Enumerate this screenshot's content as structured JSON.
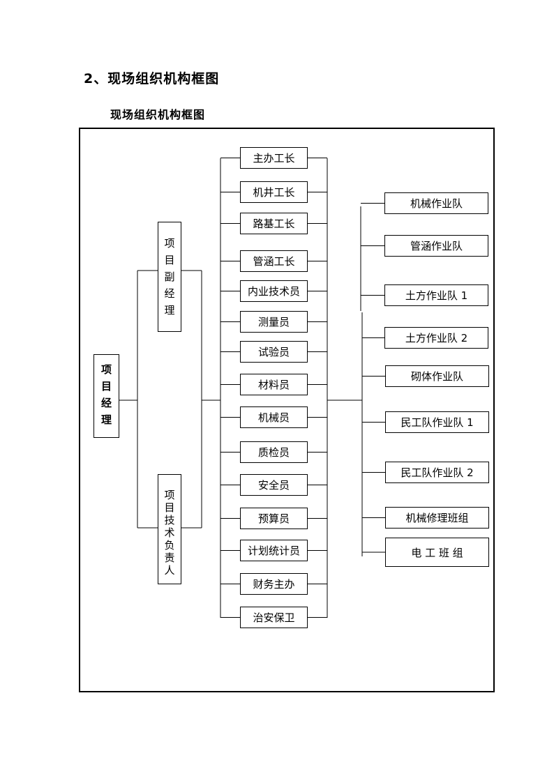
{
  "page": {
    "heading": "2、现场组织机构框图",
    "subheading": "现场组织机构框图"
  },
  "diagram": {
    "manager": [
      "项",
      "目",
      "经",
      "理"
    ],
    "deputy_manager": [
      "项",
      "目",
      "副",
      "经",
      "理"
    ],
    "tech_lead": [
      "项",
      "目",
      "技",
      "术",
      "负",
      "责",
      "人"
    ],
    "staff": [
      "主办工长",
      "机井工长",
      "路基工长",
      "管涵工长",
      "内业技术员",
      "测量员",
      "试验员",
      "材料员",
      "机械员",
      "质检员",
      "安全员",
      "预算员",
      "计划统计员",
      "财务主办",
      "治安保卫"
    ],
    "teams": [
      "机械作业队",
      "管涵作业队",
      "土方作业队 1",
      "土方作业队 2",
      "砌体作业队",
      "民工队作业队 1",
      "民工队作业队 2",
      "机械修理班组",
      "电 工 班 组"
    ]
  }
}
